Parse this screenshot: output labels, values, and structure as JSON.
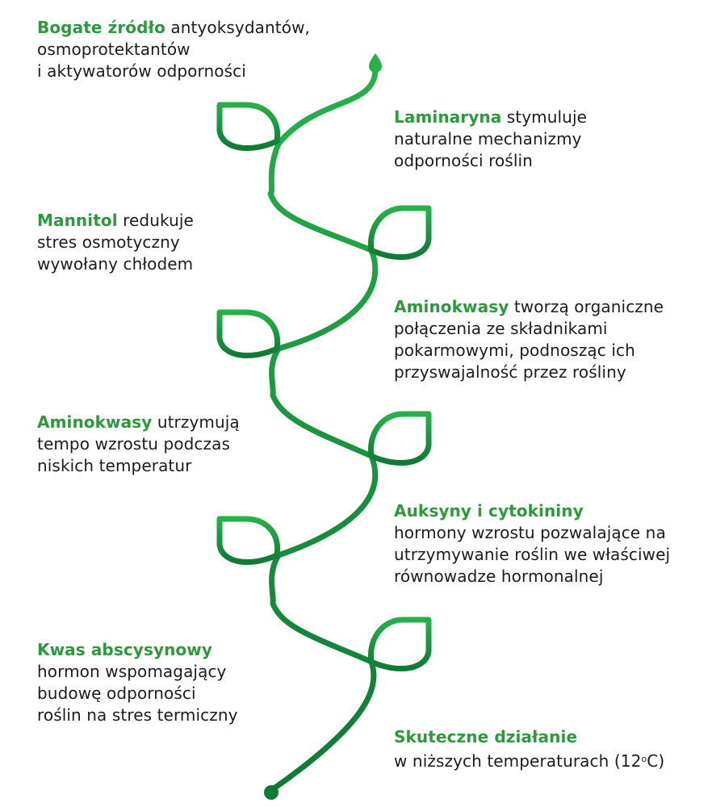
{
  "colors": {
    "accent": "#2c9a3c",
    "stem_top": "#27b04a",
    "stem_bottom": "#0f7a36",
    "text": "#1c1c1c"
  },
  "callouts": [
    {
      "id": "bogate-zrodlo",
      "side": "left",
      "highlight": "Bogate źródło",
      "rest": " antyoksydantów,",
      "lines": [
        "osmoprotektantów",
        "i aktywatorów odporności"
      ]
    },
    {
      "id": "laminaryna",
      "side": "right",
      "highlight": "Laminaryna",
      "rest": " stymuluje",
      "lines": [
        "naturalne mechanizmy",
        "odporności roślin"
      ]
    },
    {
      "id": "mannitol",
      "side": "left",
      "highlight": "Mannitol",
      "rest": " redukuje",
      "lines": [
        "stres osmotyczny",
        "wywołany chłodem"
      ]
    },
    {
      "id": "aminokwasy-1",
      "side": "right",
      "highlight": "Aminokwasy",
      "rest": " tworzą organiczne",
      "lines": [
        "połączenia ze składnikami",
        "pokarmowymi, podnosząc ich",
        "przyswajalność przez rośliny"
      ]
    },
    {
      "id": "aminokwasy-2",
      "side": "left",
      "highlight": "Aminokwasy",
      "rest": " utrzymują",
      "lines": [
        "tempo wzrostu podczas",
        "niskich temperatur"
      ]
    },
    {
      "id": "auksyny",
      "side": "right",
      "highlight": "Auksyny i cytokininy",
      "rest": "",
      "lines": [
        "hormony wzrostu pozwalające na",
        "utrzymywanie roślin we właściwej",
        "równowadze hormonalnej"
      ]
    },
    {
      "id": "kwas-abscysynowy",
      "side": "left",
      "highlight": "Kwas abscysynowy",
      "rest": "",
      "lines": [
        "hormon wspomagający",
        "budowę odporności",
        "roślin na stres termiczny"
      ]
    },
    {
      "id": "skuteczne",
      "side": "right",
      "highlight": "Skuteczne działanie",
      "rest": "",
      "lines": [
        "w niższych temperaturach (12"
      ],
      "sup": "o",
      "tail": "C)"
    }
  ]
}
